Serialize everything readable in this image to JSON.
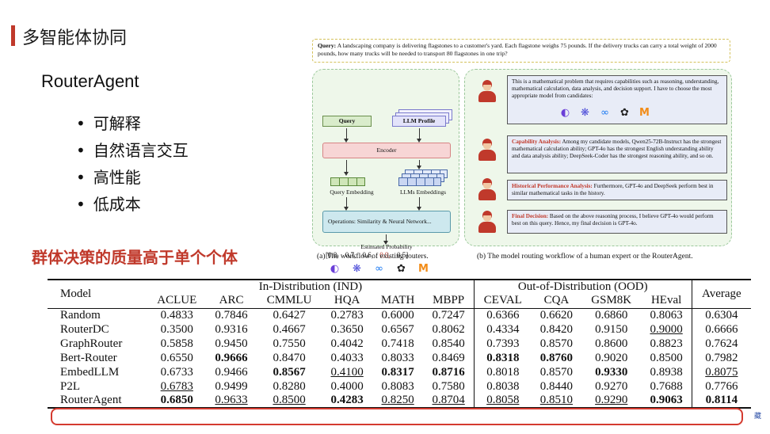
{
  "page": {
    "title": "多智能体协同",
    "subtitle": "RouterAgent",
    "bullets": [
      "可解释",
      "自然语言交互",
      "高性能",
      "低成本"
    ],
    "highlight": "群体决策的质量高于单个个体"
  },
  "figure": {
    "query_label": "Query:",
    "query_text": "A landscaping company is delivering flagstones to a customer's yard. Each flagstone weighs 75 pounds. If the delivery trucks can carry a total weight of 2000 pounds, how many trucks will be needed to transport 80 flagstones in one trip?",
    "panel_a": {
      "query_node": "Query",
      "llm_profile_node": "LLM Profile",
      "encoder_node": "Encoder",
      "query_embedding": "Query Embedding",
      "llm_embeddings": "LLMs Embeddings",
      "operations_node": "Operations: Similarity & Neural Network...",
      "estimated_probability": "Estimated Probability",
      "probs_prefix": "[0.8,",
      "probs": [
        "0.7,",
        "0.6,"
      ],
      "prob_highlight": "0.9,",
      "prob_last": "0.5]",
      "caption": "(a) The workflow of existing routers."
    },
    "panel_b": {
      "bubble1": "This is a mathematical problem that requires capabilities such as reasoning, understanding, mathematical calculation, data analysis, and decision support. I have to choose the most appropriate model from candidates:",
      "bubble2_head": "Capability Analysis:",
      "bubble2": " Among my candidate models, Qwen25-72B-Instruct has the strongest mathematical calculation ability; GPT-4o has the strongest English understanding ability and data analysis ability; DeepSeek-Coder has the strongest reasoning ability, and so on.",
      "bubble3_head": "Historical Performance Analysis:",
      "bubble3": " Furthermore, GPT-4o and DeepSeek perform best in similar mathematical tasks in the history.",
      "bubble4_head": "Final Decision:",
      "bubble4": "  Based on the above reasoning process, I believe GPT-4o would perform best on this query. Hence, my final decision is GPT-4o.",
      "caption": "(b) The model routing workflow of a human expert or the RouterAgent."
    },
    "model_icons": [
      "deepseek-logo-icon",
      "qwen-logo-icon",
      "meta-logo-icon",
      "openai-logo-icon",
      "mistral-logo-icon"
    ]
  },
  "table": {
    "model_header": "Model",
    "ind_header": "In-Distribution (IND)",
    "ood_header": "Out-of-Distribution (OOD)",
    "avg_header": "Average",
    "ind_cols": [
      "ACLUE",
      "ARC",
      "CMMLU",
      "HQA",
      "MATH",
      "MBPP"
    ],
    "ood_cols": [
      "CEVAL",
      "CQA",
      "GSM8K",
      "HEval"
    ],
    "rows": [
      {
        "model": "Random",
        "v": [
          "0.4833",
          "0.7846",
          "0.6427",
          "0.2783",
          "0.6000",
          "0.7247",
          "0.6366",
          "0.6620",
          "0.6860",
          "0.8063",
          "0.6304"
        ]
      },
      {
        "model": "RouterDC",
        "v": [
          "0.3500",
          "0.9316",
          "0.4667",
          "0.3650",
          "0.6567",
          "0.8062",
          "0.4334",
          "0.8420",
          "0.9150",
          "0.9000",
          "0.6666"
        ]
      },
      {
        "model": "GraphRouter",
        "v": [
          "0.5858",
          "0.9450",
          "0.7550",
          "0.4042",
          "0.7418",
          "0.8540",
          "0.7393",
          "0.8570",
          "0.8600",
          "0.8823",
          "0.7624"
        ]
      },
      {
        "model": "Bert-Router",
        "v": [
          "0.6550",
          "0.9666",
          "0.8470",
          "0.4033",
          "0.8033",
          "0.8469",
          "0.8318",
          "0.8760",
          "0.9020",
          "0.8500",
          "0.7982"
        ]
      },
      {
        "model": "EmbedLLM",
        "v": [
          "0.6733",
          "0.9466",
          "0.8567",
          "0.4100",
          "0.8317",
          "0.8716",
          "0.8018",
          "0.8570",
          "0.9330",
          "0.8938",
          "0.8075"
        ]
      },
      {
        "model": "P2L",
        "v": [
          "0.6783",
          "0.9499",
          "0.8280",
          "0.4000",
          "0.8083",
          "0.7580",
          "0.8038",
          "0.8440",
          "0.9270",
          "0.7688",
          "0.7766"
        ]
      },
      {
        "model": "RouterAgent",
        "v": [
          "0.6850",
          "0.9633",
          "0.8500",
          "0.4283",
          "0.8250",
          "0.8704",
          "0.8058",
          "0.8510",
          "0.9290",
          "0.9063",
          "0.8114"
        ]
      }
    ],
    "bold": [
      [
        6,
        0
      ],
      [
        3,
        1
      ],
      [
        4,
        2
      ],
      [
        6,
        3
      ],
      [
        4,
        4
      ],
      [
        4,
        5
      ],
      [
        3,
        6
      ],
      [
        3,
        7
      ],
      [
        4,
        8
      ],
      [
        6,
        9
      ],
      [
        6,
        10
      ]
    ],
    "underline": [
      [
        5,
        0
      ],
      [
        6,
        1
      ],
      [
        6,
        2
      ],
      [
        4,
        3
      ],
      [
        6,
        4
      ],
      [
        6,
        5
      ],
      [
        6,
        6
      ],
      [
        6,
        7
      ],
      [
        6,
        8
      ],
      [
        1,
        9
      ],
      [
        4,
        10
      ]
    ],
    "side_mark": "藏"
  },
  "colors": {
    "accent_red": "#c0392b",
    "highlight_box": "#d43a2f"
  }
}
